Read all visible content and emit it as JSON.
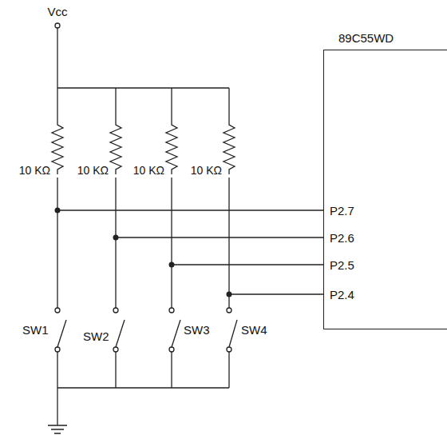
{
  "diagram": {
    "nodes": [
      {
        "text": [
          "89C55WD"
        ]
      }
    ],
    "labels": [
      "Vcc",
      "10 KΩ",
      "10 KΩ",
      "10 KΩ",
      "10 KΩ",
      "P2.7",
      "P2.6",
      "P2.5",
      "P2.4",
      "SW1",
      "SW2",
      "SW3",
      "SW4"
    ]
  }
}
